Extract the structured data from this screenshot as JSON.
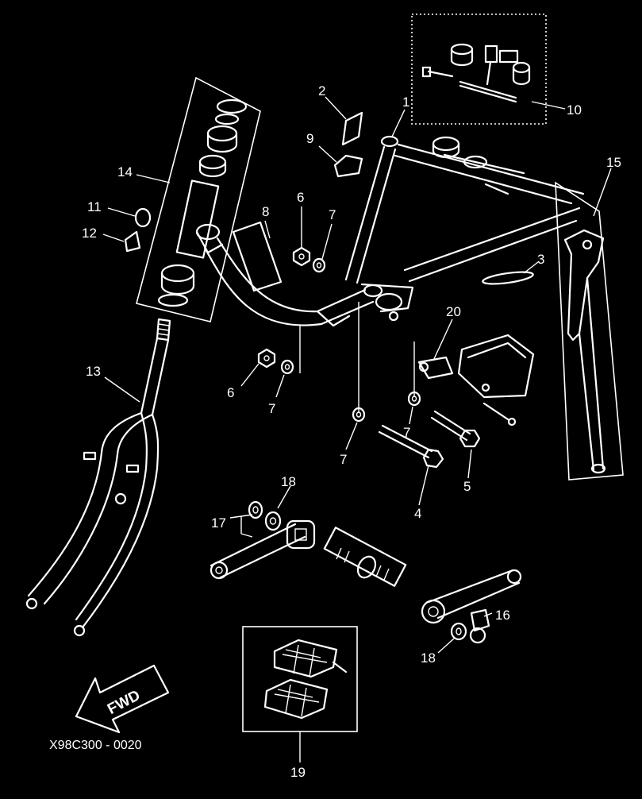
{
  "diagram": {
    "drawing_code": "X98C300 - 0020",
    "fwd_label": "FWD",
    "callouts": [
      {
        "id": "c1",
        "text": "1"
      },
      {
        "id": "c2",
        "text": "2"
      },
      {
        "id": "c3",
        "text": "3"
      },
      {
        "id": "c4",
        "text": "4"
      },
      {
        "id": "c5",
        "text": "5"
      },
      {
        "id": "c6a",
        "text": "6"
      },
      {
        "id": "c6b",
        "text": "6"
      },
      {
        "id": "c7a",
        "text": "7"
      },
      {
        "id": "c7b",
        "text": "7"
      },
      {
        "id": "c7c",
        "text": "7"
      },
      {
        "id": "c7d",
        "text": "7"
      },
      {
        "id": "c8",
        "text": "8"
      },
      {
        "id": "c9",
        "text": "9"
      },
      {
        "id": "c10",
        "text": "10"
      },
      {
        "id": "c11",
        "text": "11"
      },
      {
        "id": "c12",
        "text": "12"
      },
      {
        "id": "c13",
        "text": "13"
      },
      {
        "id": "c14",
        "text": "14"
      },
      {
        "id": "c15",
        "text": "15"
      },
      {
        "id": "c16",
        "text": "16"
      },
      {
        "id": "c17",
        "text": "17"
      },
      {
        "id": "c18a",
        "text": "18"
      },
      {
        "id": "c18b",
        "text": "18"
      },
      {
        "id": "c19",
        "text": "19"
      },
      {
        "id": "c20",
        "text": "20"
      }
    ]
  }
}
